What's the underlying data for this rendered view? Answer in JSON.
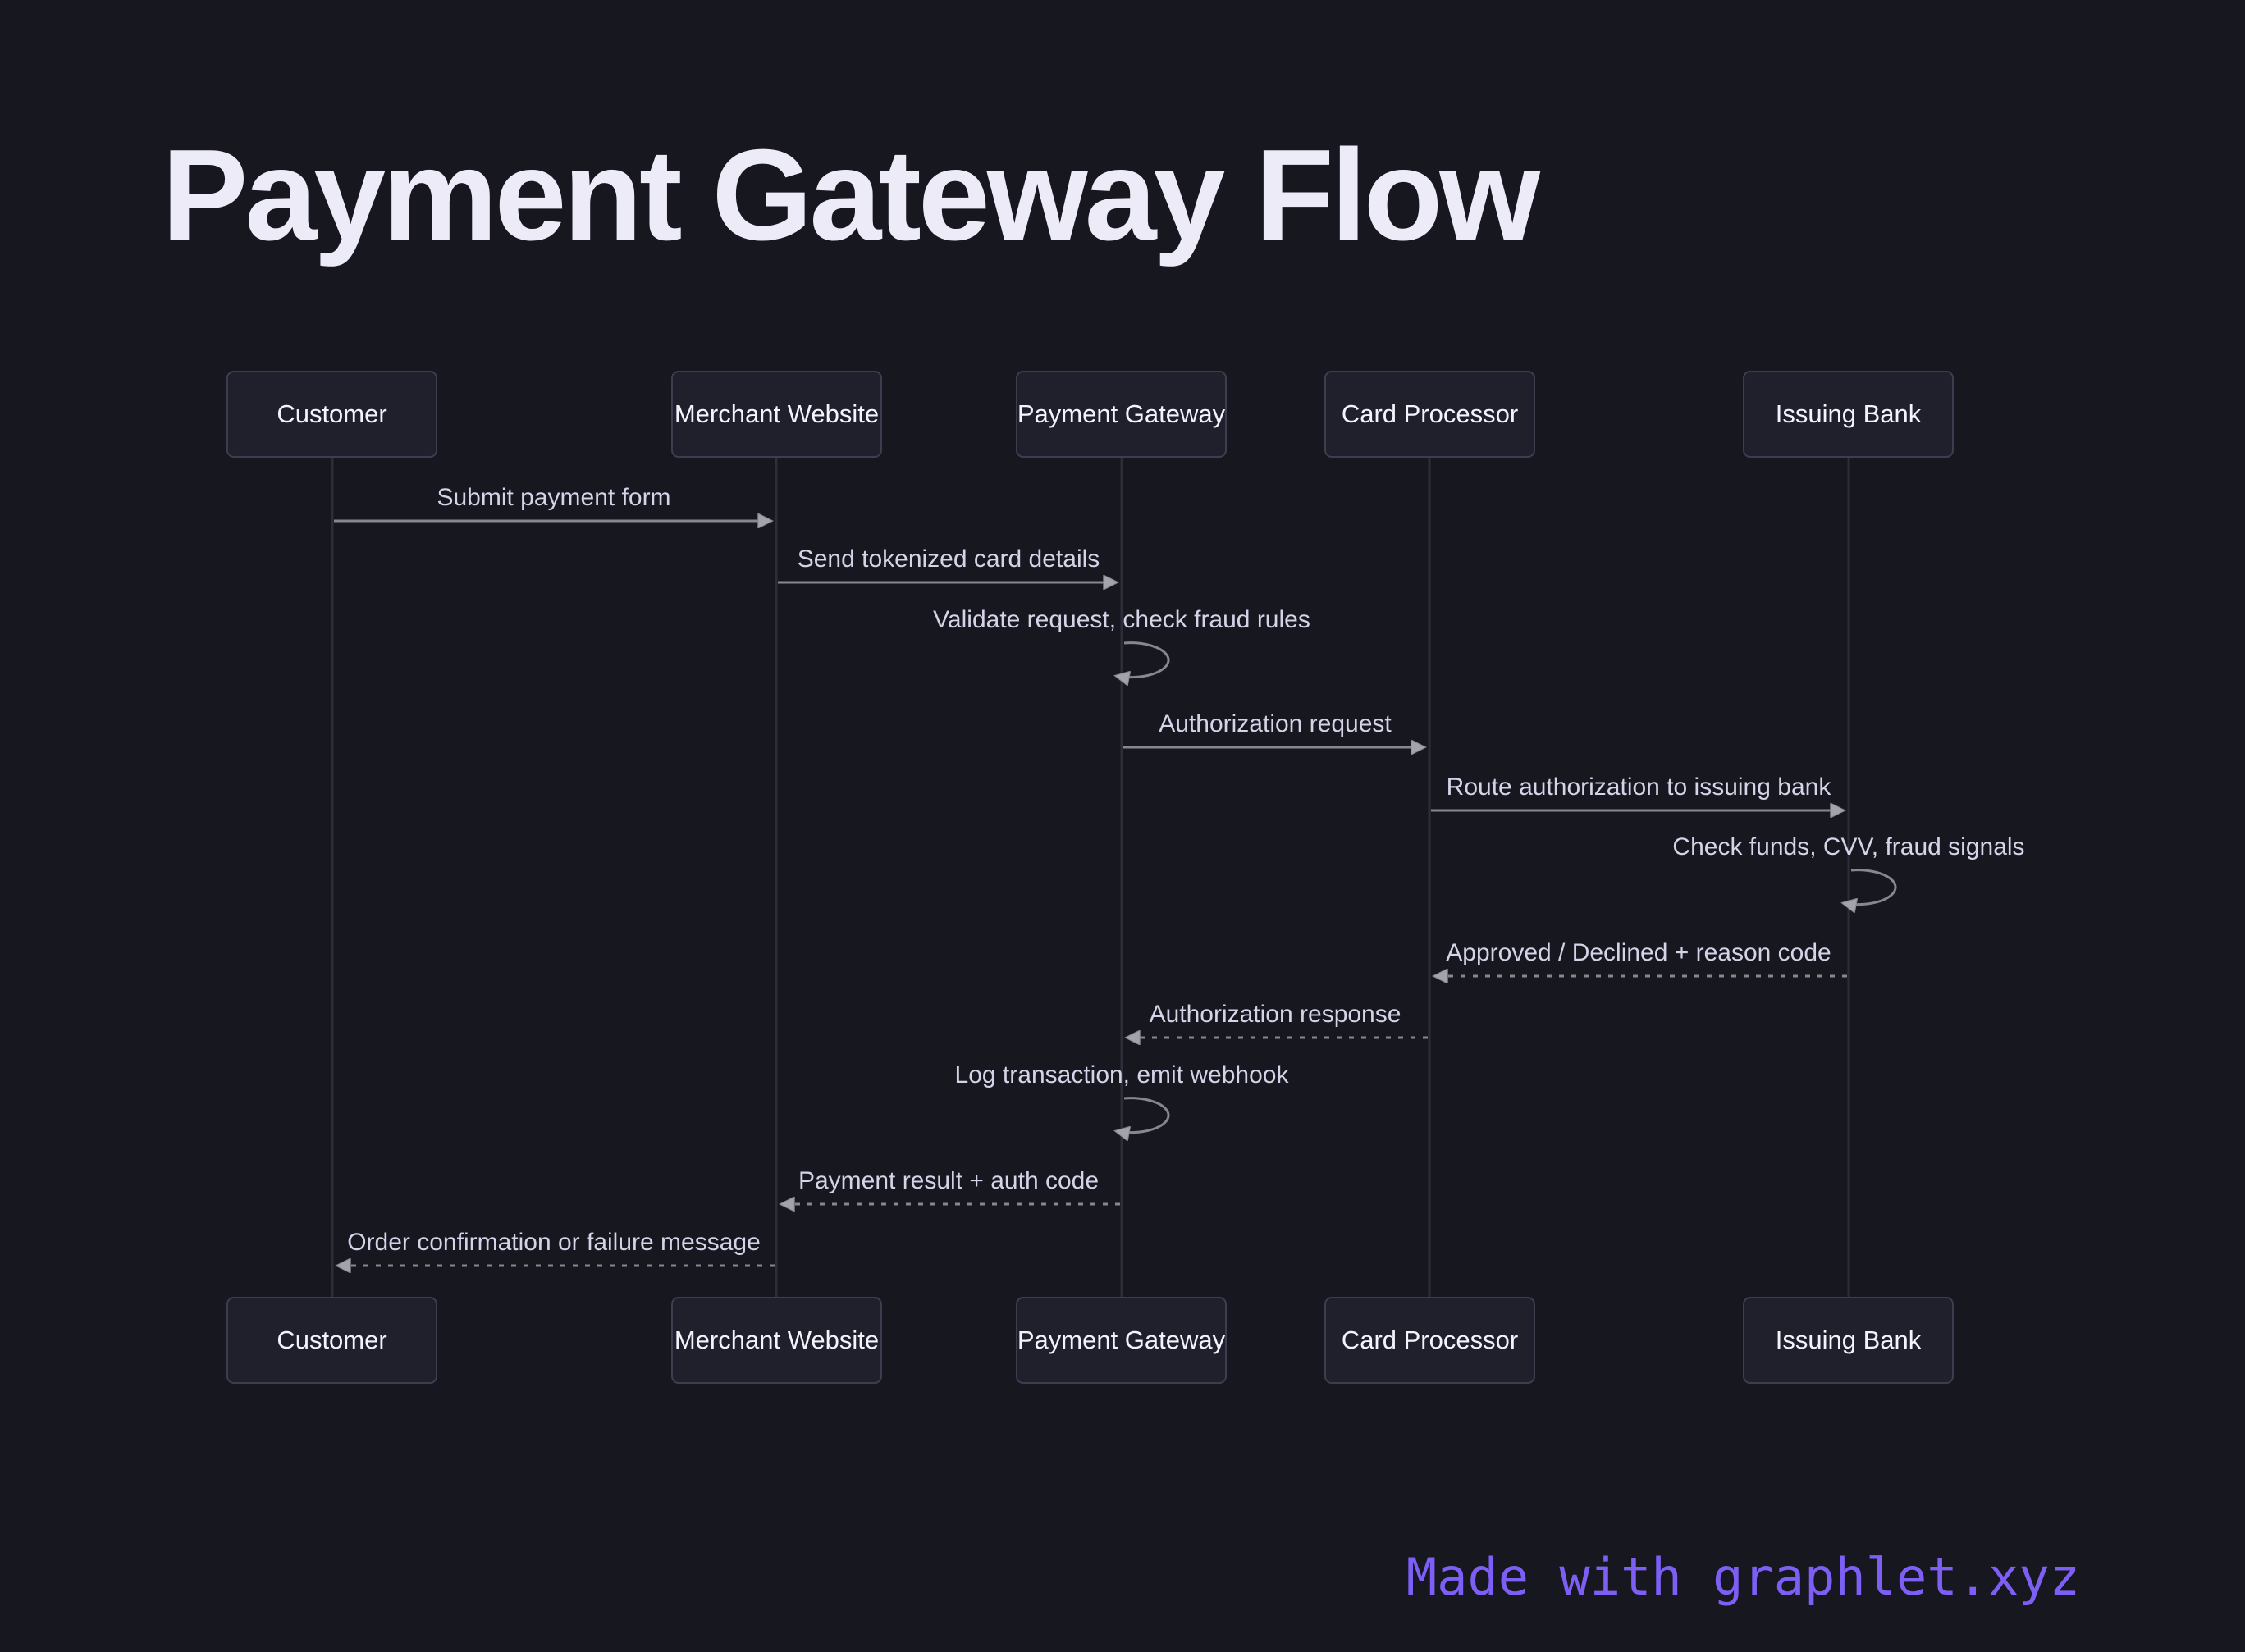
{
  "title": "Payment Gateway Flow",
  "actors": [
    "Customer",
    "Merchant Website",
    "Payment Gateway",
    "Card Processor",
    "Issuing Bank"
  ],
  "messages": [
    {
      "text": "Submit payment form",
      "from": "Customer",
      "to": "Merchant Website",
      "style": "solid"
    },
    {
      "text": "Send tokenized card details",
      "from": "Merchant Website",
      "to": "Payment Gateway",
      "style": "solid"
    },
    {
      "text": "Validate request, check fraud rules",
      "from": "Payment Gateway",
      "to": "Payment Gateway",
      "style": "self"
    },
    {
      "text": "Authorization request",
      "from": "Payment Gateway",
      "to": "Card Processor",
      "style": "solid"
    },
    {
      "text": "Route authorization to issuing bank",
      "from": "Card Processor",
      "to": "Issuing Bank",
      "style": "solid"
    },
    {
      "text": "Check funds, CVV, fraud signals",
      "from": "Issuing Bank",
      "to": "Issuing Bank",
      "style": "self"
    },
    {
      "text": "Approved / Declined + reason code",
      "from": "Issuing Bank",
      "to": "Card Processor",
      "style": "dashed"
    },
    {
      "text": "Authorization response",
      "from": "Card Processor",
      "to": "Payment Gateway",
      "style": "dashed"
    },
    {
      "text": "Log transaction, emit webhook",
      "from": "Payment Gateway",
      "to": "Payment Gateway",
      "style": "self"
    },
    {
      "text": "Payment result + auth code",
      "from": "Payment Gateway",
      "to": "Merchant Website",
      "style": "dashed"
    },
    {
      "text": "Order confirmation or failure message",
      "from": "Merchant Website",
      "to": "Customer",
      "style": "dashed"
    }
  ],
  "footer": {
    "text": "Made with graphlet.xyz"
  },
  "colors": {
    "background": "#17171f",
    "box_fill": "#20202c",
    "box_border": "#3d3d4f",
    "arrow_line": "#87878f",
    "arrow_head": "#a3a3ad",
    "lifeline": "#2e2e3a",
    "message_text": "#d6d2e8",
    "actor_text": "#f4f2fb",
    "title_text": "#ecebf7",
    "footer_accent": "#7d5ff5"
  }
}
